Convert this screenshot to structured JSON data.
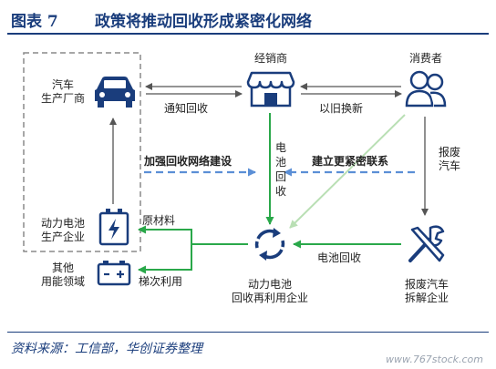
{
  "header": {
    "figure_no": "图表 7",
    "title": "政策将推动回收形成紧密化网络"
  },
  "nodes": {
    "car_maker": "汽车\n生产厂商",
    "dealer": "经销商",
    "consumer": "消费者",
    "battery_maker": "动力电池\n生产企业",
    "other": "其他\n用能领域",
    "recycler": "动力电池\n回收再利用企业",
    "dismantler": "报废汽车\n拆解企业"
  },
  "edges": {
    "notify_recycle": "通知回收",
    "trade_in": "以旧换新",
    "scrap_car": "报废\n汽车",
    "battery_recycle_v": "电池回收",
    "battery_recycle_h": "电池回收",
    "raw_material": "原材料",
    "cascade_use": "梯次利用",
    "build_network": "加强回收网络建设",
    "tight_link": "建立更紧密联系"
  },
  "icons": [
    "car-icon",
    "store-icon",
    "people-icon",
    "battery-icon",
    "battery-pack-icon",
    "recycle-icon",
    "tools-icon"
  ],
  "colors": {
    "accent_blue": "#1a3d7c",
    "green": "#2aa84a",
    "dashed_blue": "#5b8fd6",
    "light_green": "#b9dfb4",
    "gray": "#555555"
  },
  "footer": {
    "source": "资料来源：工信部，华创证券整理",
    "watermark": "www.767stock.com"
  }
}
